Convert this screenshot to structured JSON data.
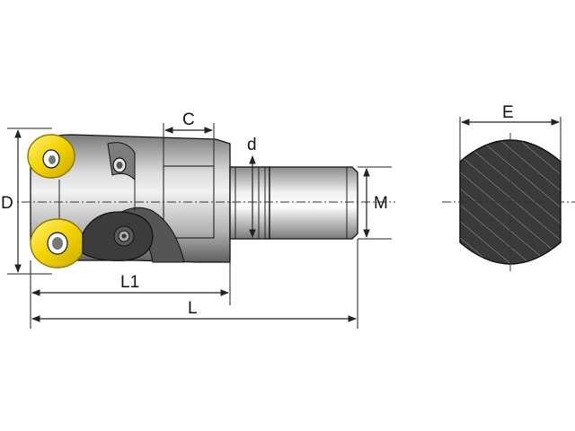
{
  "labels": {
    "D": "D",
    "C": "C",
    "d": "d",
    "M": "M",
    "L1": "L1",
    "L": "L",
    "E": "E"
  },
  "colors": {
    "insert": "#f2d200",
    "insert_outline": "#8a7a00",
    "body_dark": "#6e6e6e",
    "body_light": "#e8e8e8",
    "section_fill": "#3a3a3a"
  },
  "icons": {
    "insert": "round-insert",
    "screw": "torx-screw"
  }
}
